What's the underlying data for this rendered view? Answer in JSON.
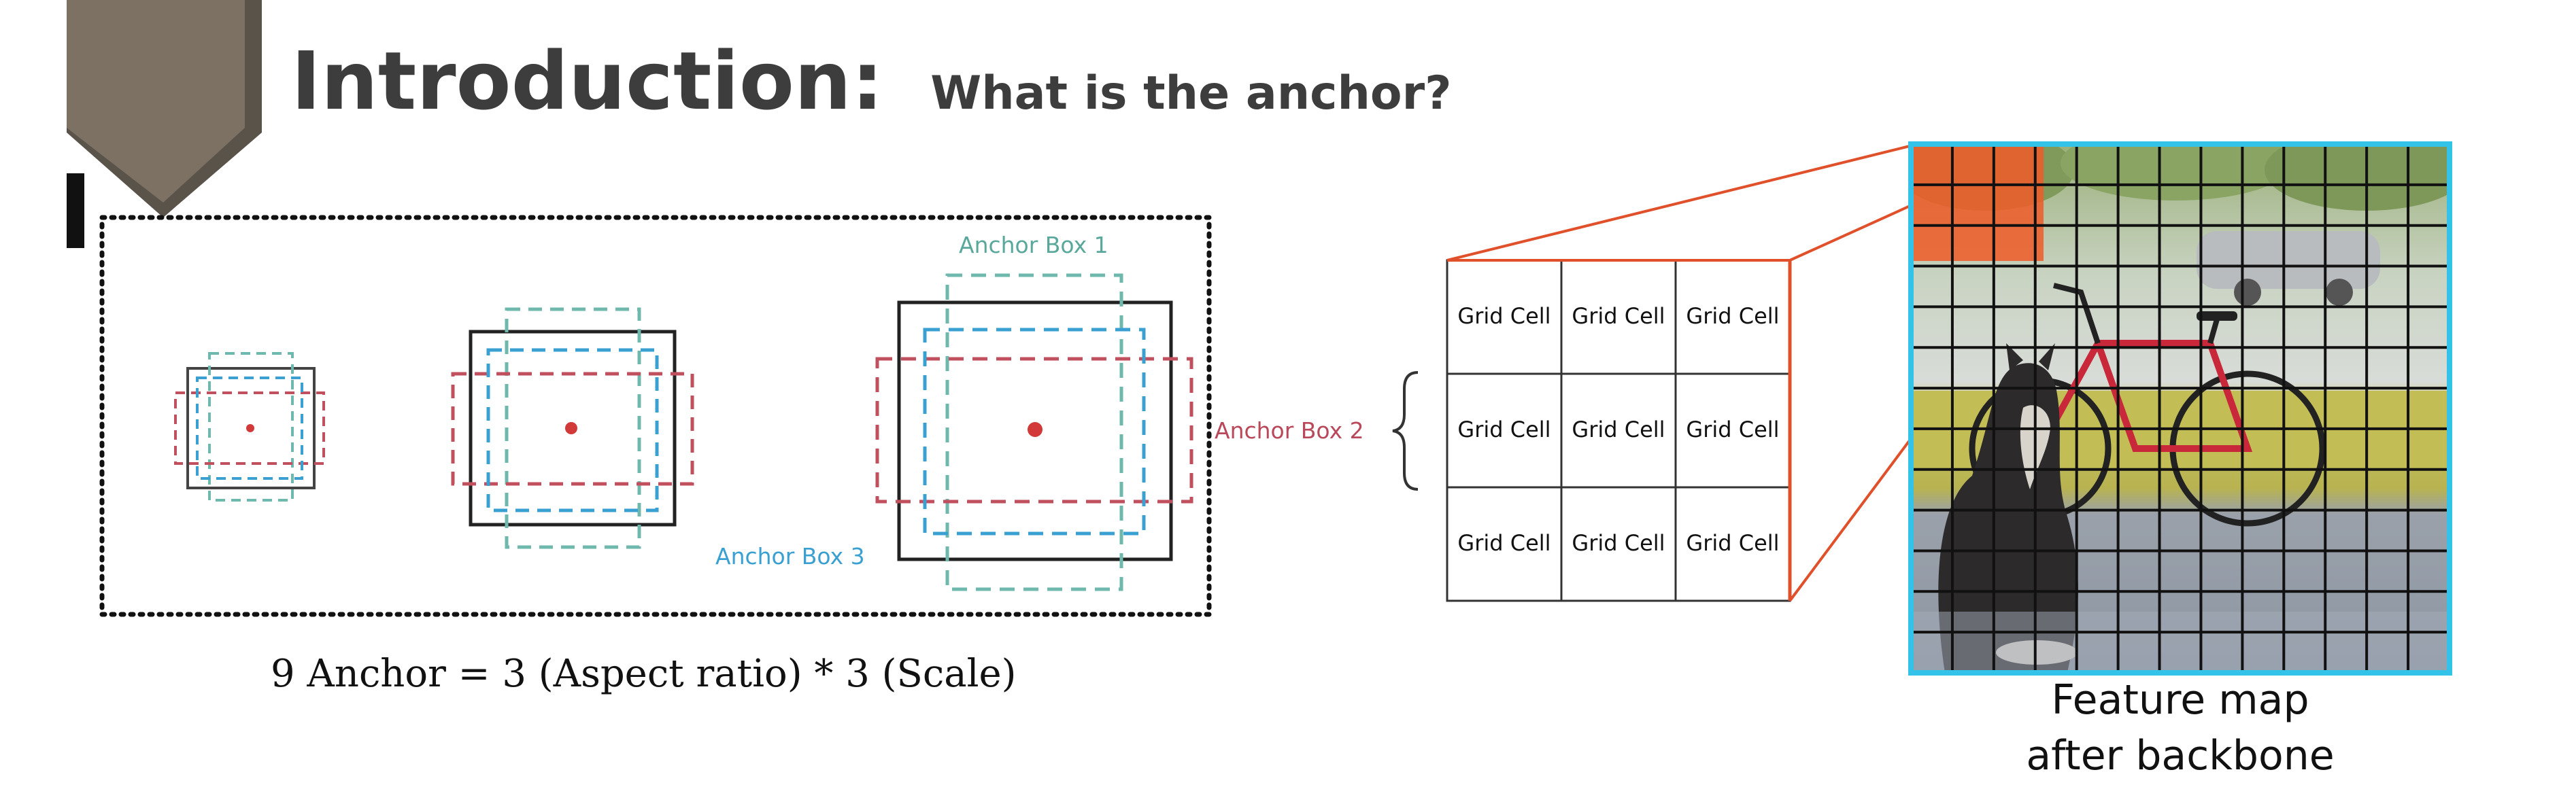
{
  "slide": {
    "title": "Introduction:",
    "subtitle": "What is the anchor?"
  },
  "anchor_diagram": {
    "label_box1": "Anchor Box 1",
    "label_box2": "Anchor Box 2",
    "label_box3": "Anchor Box 3",
    "formula": "9 Anchor = 3 (Aspect ratio) * 3 (Scale)",
    "colors": {
      "box1": "#6fb8ae",
      "box2": "#c0505e",
      "box3": "#3aa0d2",
      "center": "#d23a3a"
    }
  },
  "grid": {
    "cell_label": "Grid Cell",
    "rows": 3,
    "cols": 3,
    "cells": [
      [
        "Grid Cell",
        "Grid Cell",
        "Grid Cell"
      ],
      [
        "Grid Cell",
        "Grid Cell",
        "Grid Cell"
      ],
      [
        "Grid Cell",
        "Grid Cell",
        "Grid Cell"
      ]
    ]
  },
  "feature_map": {
    "caption_line1": "Feature map",
    "caption_line2": "after backbone",
    "grid_size": 13,
    "colors": {
      "frame": "#33c3e8",
      "highlight": "#f05a28",
      "connector": "#e0502a"
    }
  }
}
